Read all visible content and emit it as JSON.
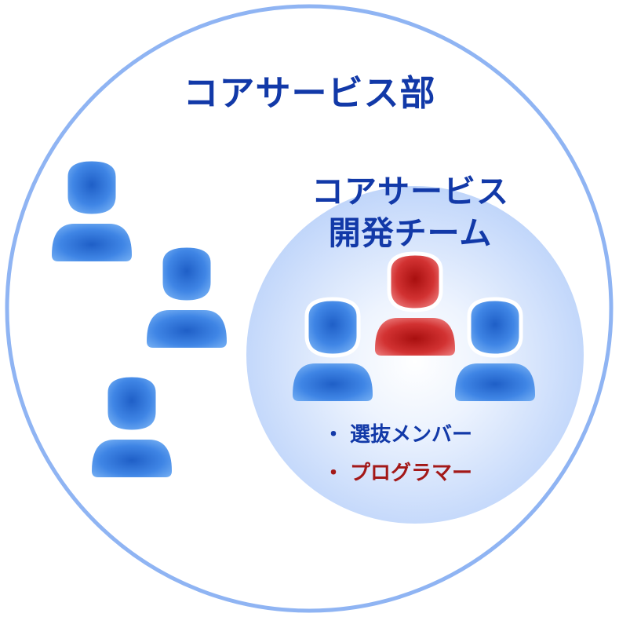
{
  "outer_group": {
    "title": "コアサービス部",
    "person_icon": "person-icon",
    "color": "#8fb4f3"
  },
  "inner_group": {
    "title_line1": "コアサービス",
    "title_line2": "開発チーム",
    "color": "#c5d9fb",
    "members": [
      {
        "bullet": "・",
        "label": "選抜メンバー",
        "color": "#1239a8"
      },
      {
        "bullet": "・",
        "label": "プログラマー",
        "color": "#a31818"
      }
    ]
  },
  "colors": {
    "title_text": "#1239a8",
    "person_blue": "#3c7ee0",
    "person_red": "#c42323"
  }
}
